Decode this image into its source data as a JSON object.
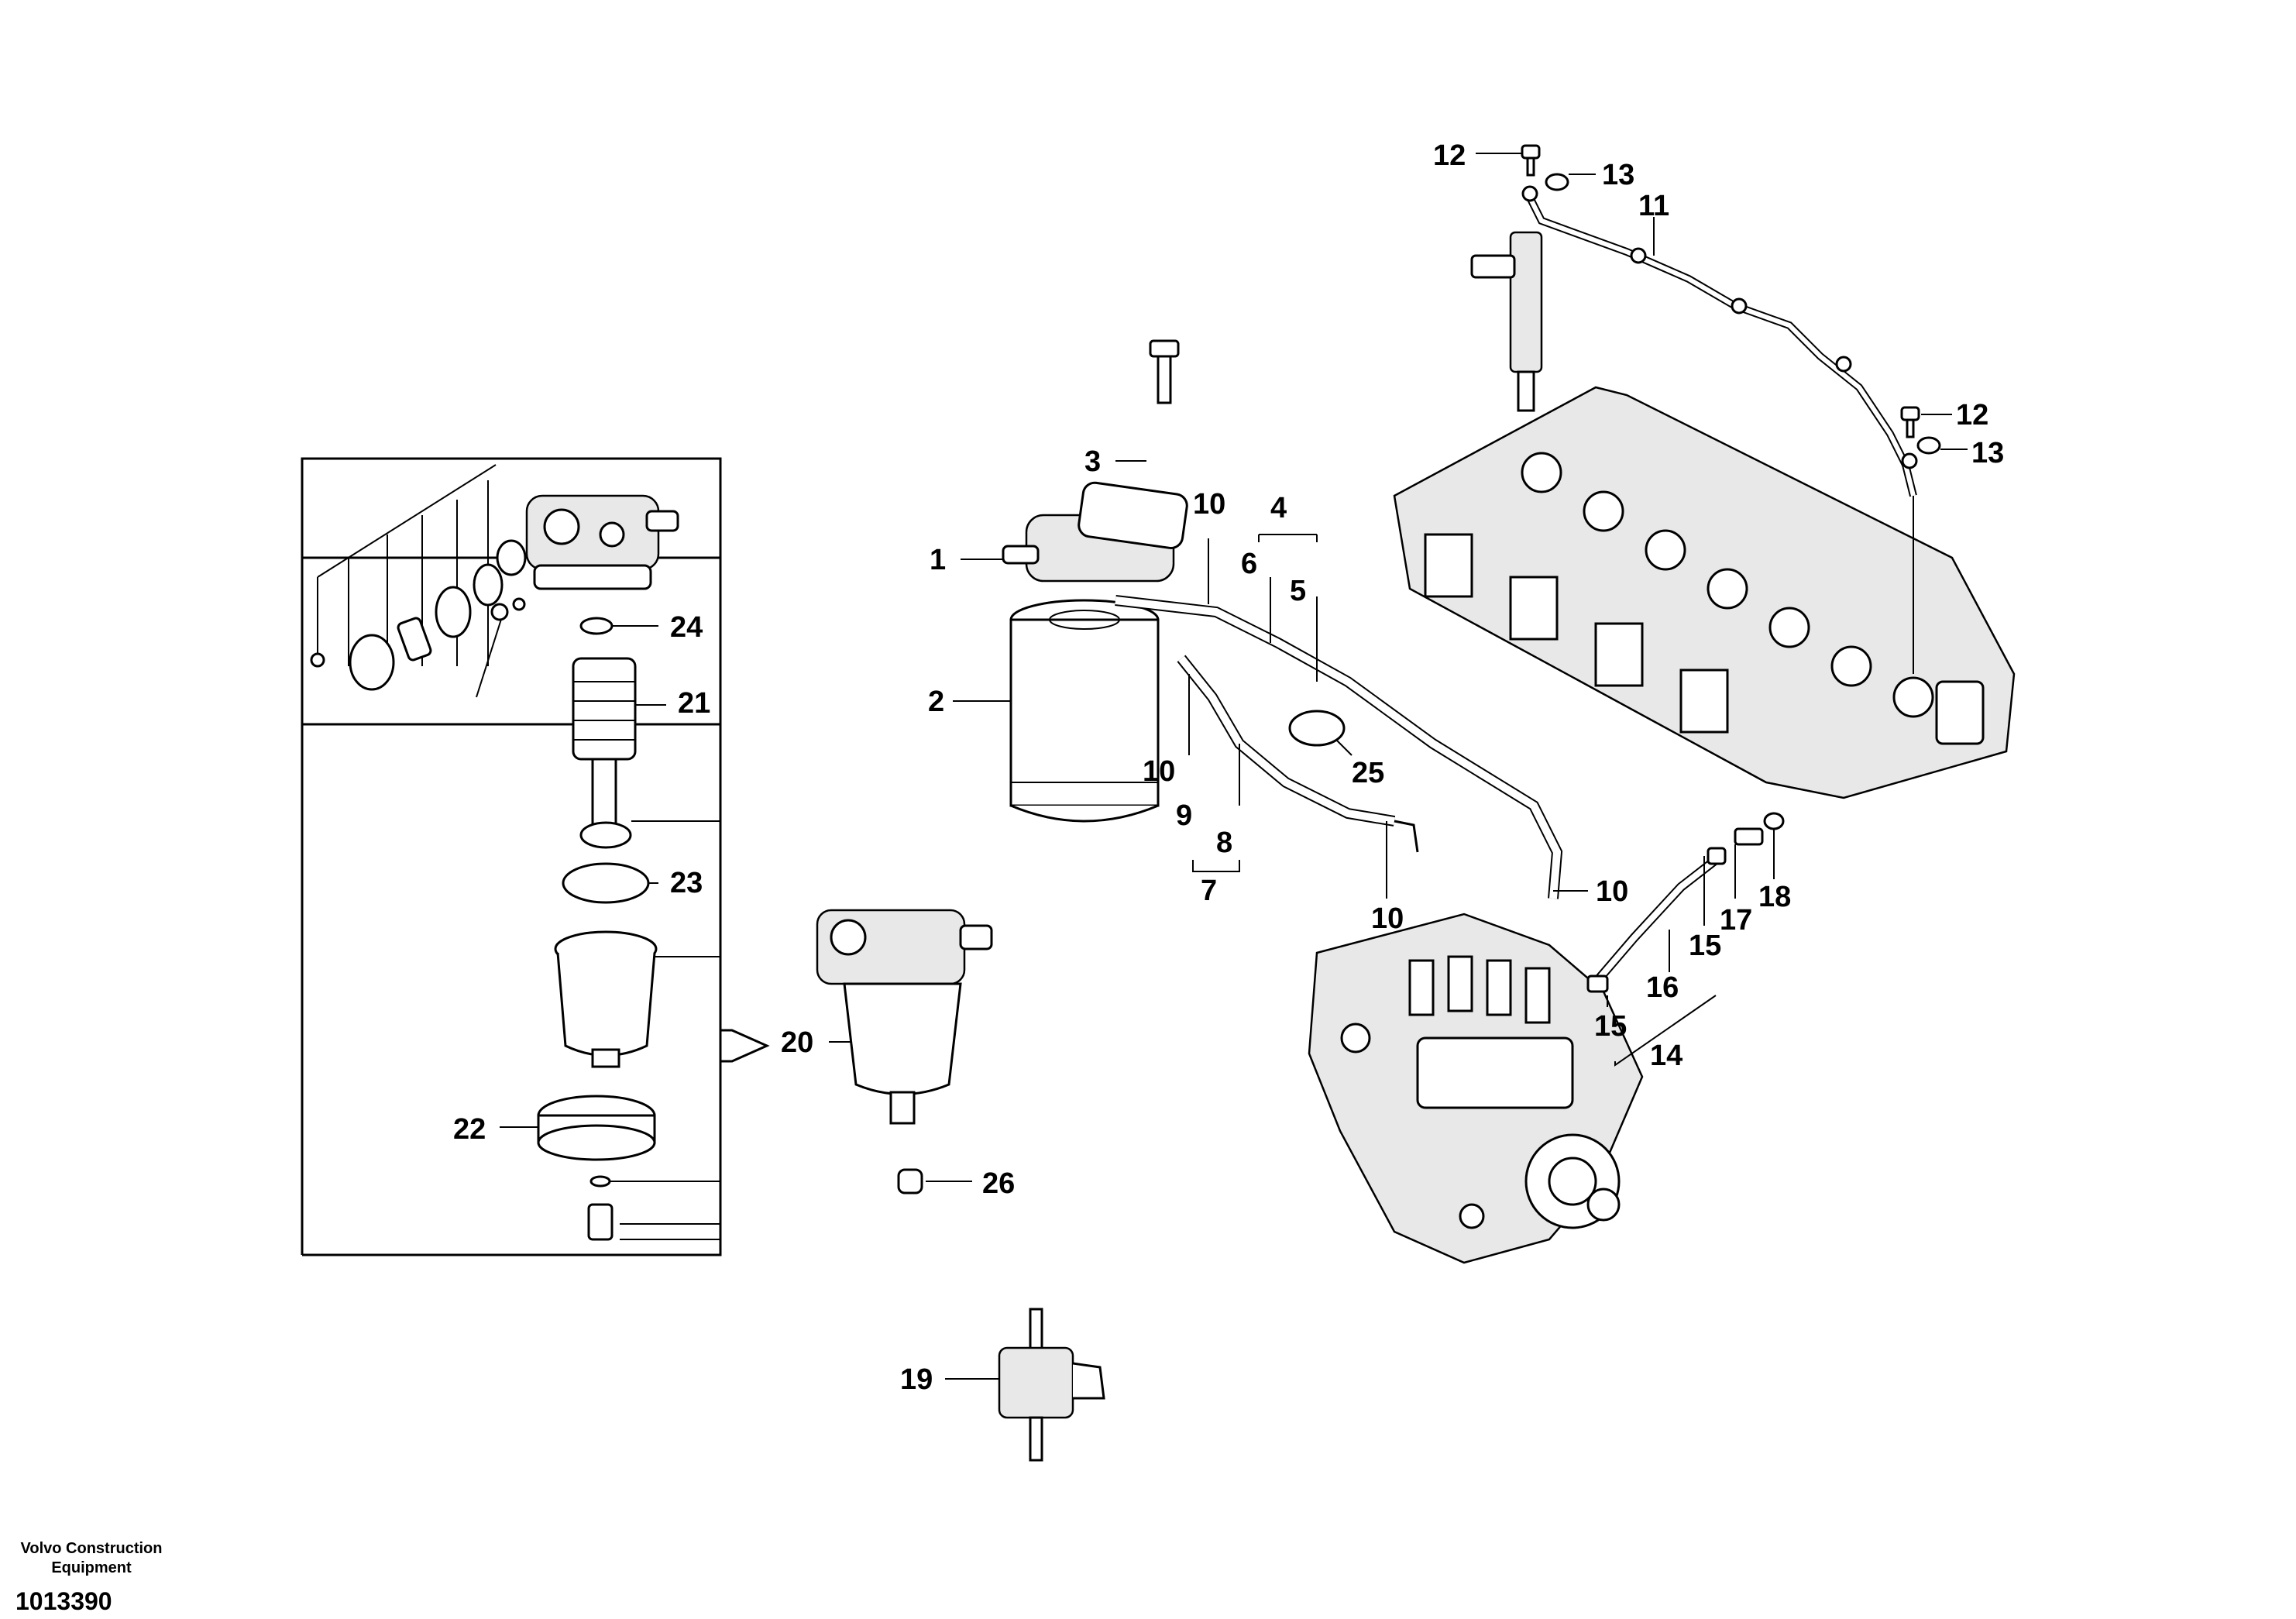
{
  "footer": {
    "brand_line1": "Volvo Construction",
    "brand_line2": "Equipment",
    "drawing_id": "1013390"
  },
  "callouts": {
    "c1": "1",
    "c2": "2",
    "c3": "3",
    "c4": "4",
    "c5": "5",
    "c6": "6",
    "c7": "7",
    "c8": "8",
    "c9": "9",
    "c10a": "10",
    "c10b": "10",
    "c10c": "10",
    "c10d": "10",
    "c11": "11",
    "c12a": "12",
    "c12b": "12",
    "c13a": "13",
    "c13b": "13",
    "c14": "14",
    "c15a": "15",
    "c15b": "15",
    "c16": "16",
    "c17": "17",
    "c18": "18",
    "c19": "19",
    "c20": "20",
    "c21": "21",
    "c22": "22",
    "c23": "23",
    "c24": "24",
    "c25": "25",
    "c26": "26"
  }
}
